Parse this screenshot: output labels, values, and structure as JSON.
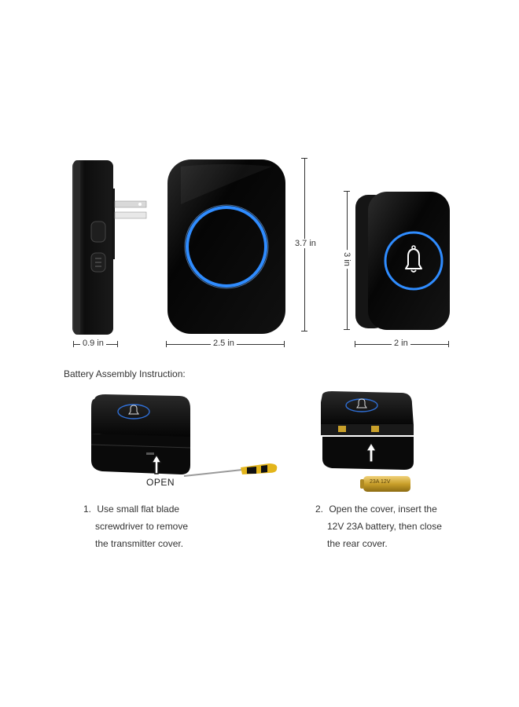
{
  "dimensions": {
    "receiver_depth": "0.9 in",
    "receiver_width": "2.5 in",
    "receiver_height": "3.7 in",
    "transmitter_height": "3 in",
    "transmitter_width": "2 in"
  },
  "battery_section": {
    "heading": "Battery Assembly Instruction:",
    "open_label": "OPEN",
    "battery_print": "23A 12V",
    "steps": [
      {
        "number": "1.",
        "lines": [
          "Use small flat blade",
          "screwdriver to remove",
          "the transmitter cover."
        ]
      },
      {
        "number": "2.",
        "lines": [
          "Open the cover, insert the",
          "12V 23A battery, then close",
          "the rear cover."
        ]
      }
    ]
  },
  "colors": {
    "device_body": "#0b0b0b",
    "ring_blue": "#2f8cff",
    "screwdriver_handle": "#e3b51b",
    "battery_gold": "#c9a02a"
  },
  "icons": [
    "bell-icon",
    "arrow-up-icon"
  ]
}
